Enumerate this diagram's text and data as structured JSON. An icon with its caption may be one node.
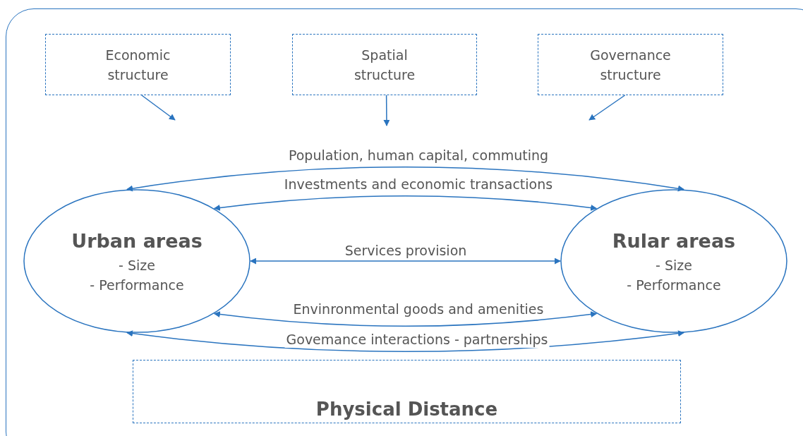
{
  "diagram": {
    "nodes": [
      {
        "text": [
          "Economic structure"
        ]
      },
      {
        "text": [
          "Spatial structure"
        ]
      },
      {
        "text": [
          "Governance structure"
        ]
      },
      {
        "text": [
          "Urban areas",
          "- Size",
          "- Performance"
        ]
      },
      {
        "text": [
          "Rular areas",
          "- Size",
          "- Performance"
        ]
      },
      {
        "text": [
          "Physical Distance"
        ]
      }
    ],
    "edges": [
      {
        "from": 0,
        "to": null,
        "arrow": "to"
      },
      {
        "from": 1,
        "to": null,
        "arrow": "to"
      },
      {
        "from": 2,
        "to": null,
        "arrow": "to"
      },
      {
        "from": 3,
        "to": 4,
        "arrow": "both",
        "label": "Population, human capital, commuting"
      },
      {
        "from": 3,
        "to": 4,
        "arrow": "both",
        "label": "Investments and economic transactions"
      },
      {
        "from": 3,
        "to": 4,
        "arrow": "both",
        "label": "Services provision"
      },
      {
        "from": 3,
        "to": 4,
        "arrow": "both",
        "label": "Envinronmental goods and amenities"
      },
      {
        "from": 3,
        "to": 4,
        "arrow": "both",
        "label": "Govemance interactions - partnerships"
      }
    ]
  }
}
